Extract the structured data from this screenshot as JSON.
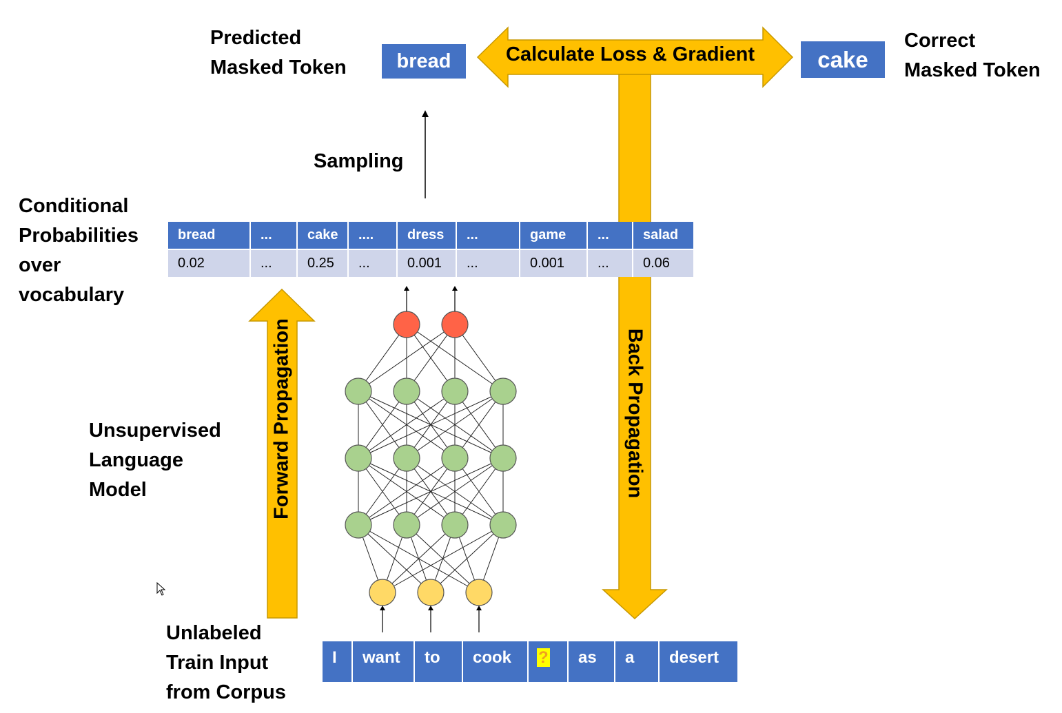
{
  "predicted": {
    "line1": "Predicted",
    "line2": "Masked Token",
    "token": "bread"
  },
  "correct": {
    "line1": "Correct",
    "line2": "Masked Token",
    "token": "cake"
  },
  "loss_label": "Calculate Loss & Gradient",
  "sampling_label": "Sampling",
  "cond_prob": {
    "lines": [
      "Conditional",
      "Probabilities",
      "over",
      "vocabulary"
    ]
  },
  "vocab_table": {
    "headers": [
      "bread",
      "...",
      "cake",
      "....",
      "dress",
      "...",
      "game",
      "...",
      "salad"
    ],
    "values": [
      "0.02",
      "...",
      "0.25",
      "...",
      "0.001",
      "...",
      "0.001",
      "...",
      "0.06"
    ]
  },
  "model_label": {
    "lines": [
      "Unsupervised",
      "Language",
      "Model"
    ]
  },
  "forward_label": "Forward Propagation",
  "back_label": "Back Propagation",
  "input_label": {
    "lines": [
      "Unlabeled",
      "Train Input",
      "from Corpus"
    ]
  },
  "input_tokens": [
    "I",
    "want",
    "to",
    "cook",
    "?",
    "as",
    "a",
    "desert"
  ],
  "colors": {
    "token_blue": "#4472c4",
    "value_row": "#cfd5ea",
    "arrow_gold": "#ffc000",
    "arrow_edge": "#c79800",
    "output_node": "#ff6347",
    "hidden_node": "#a9d18e",
    "input_node": "#ffd966"
  }
}
